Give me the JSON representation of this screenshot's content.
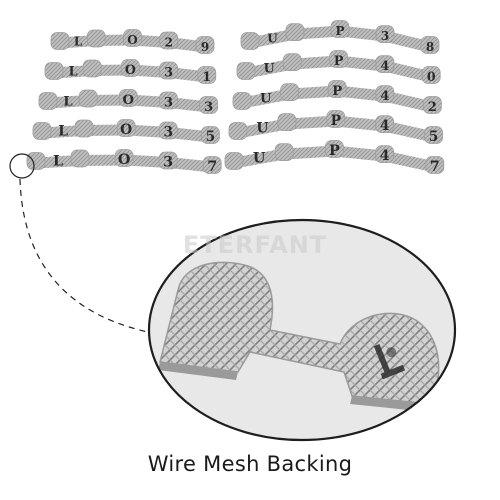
{
  "caption": "Wire Mesh Backing",
  "watermark": "ETERFANT",
  "strips_left": [
    {
      "label": "LO29",
      "chars": [
        "L",
        "O",
        "2",
        "9"
      ]
    },
    {
      "label": "LO31",
      "chars": [
        "L",
        "O",
        "3",
        "1"
      ]
    },
    {
      "label": "LO33",
      "chars": [
        "L",
        "O",
        "3",
        "3"
      ]
    },
    {
      "label": "LO35",
      "chars": [
        "L",
        "O",
        "3",
        "5"
      ]
    },
    {
      "label": "LO37",
      "chars": [
        "L",
        "O",
        "3",
        "7"
      ]
    }
  ],
  "strips_right": [
    {
      "label": "UP38",
      "chars": [
        "U",
        "P",
        "3",
        "8"
      ]
    },
    {
      "label": "UP40",
      "chars": [
        "U",
        "P",
        "4",
        "0"
      ]
    },
    {
      "label": "UP42",
      "chars": [
        "U",
        "P",
        "4",
        "2"
      ]
    },
    {
      "label": "UP45",
      "chars": [
        "U",
        "P",
        "4",
        "5"
      ]
    },
    {
      "label": "UP47",
      "chars": [
        "U",
        "P",
        "4",
        "7"
      ]
    }
  ],
  "colors": {
    "mesh": "#b9b9b9",
    "mesh_dark": "#8c8c8c",
    "mark": "#2a2a2a",
    "zoom_bg": "#e6e6e6",
    "border": "#222222"
  },
  "icons": {
    "zoom_source": "dashed-circle-icon",
    "connector": "dashed-curve-icon"
  }
}
